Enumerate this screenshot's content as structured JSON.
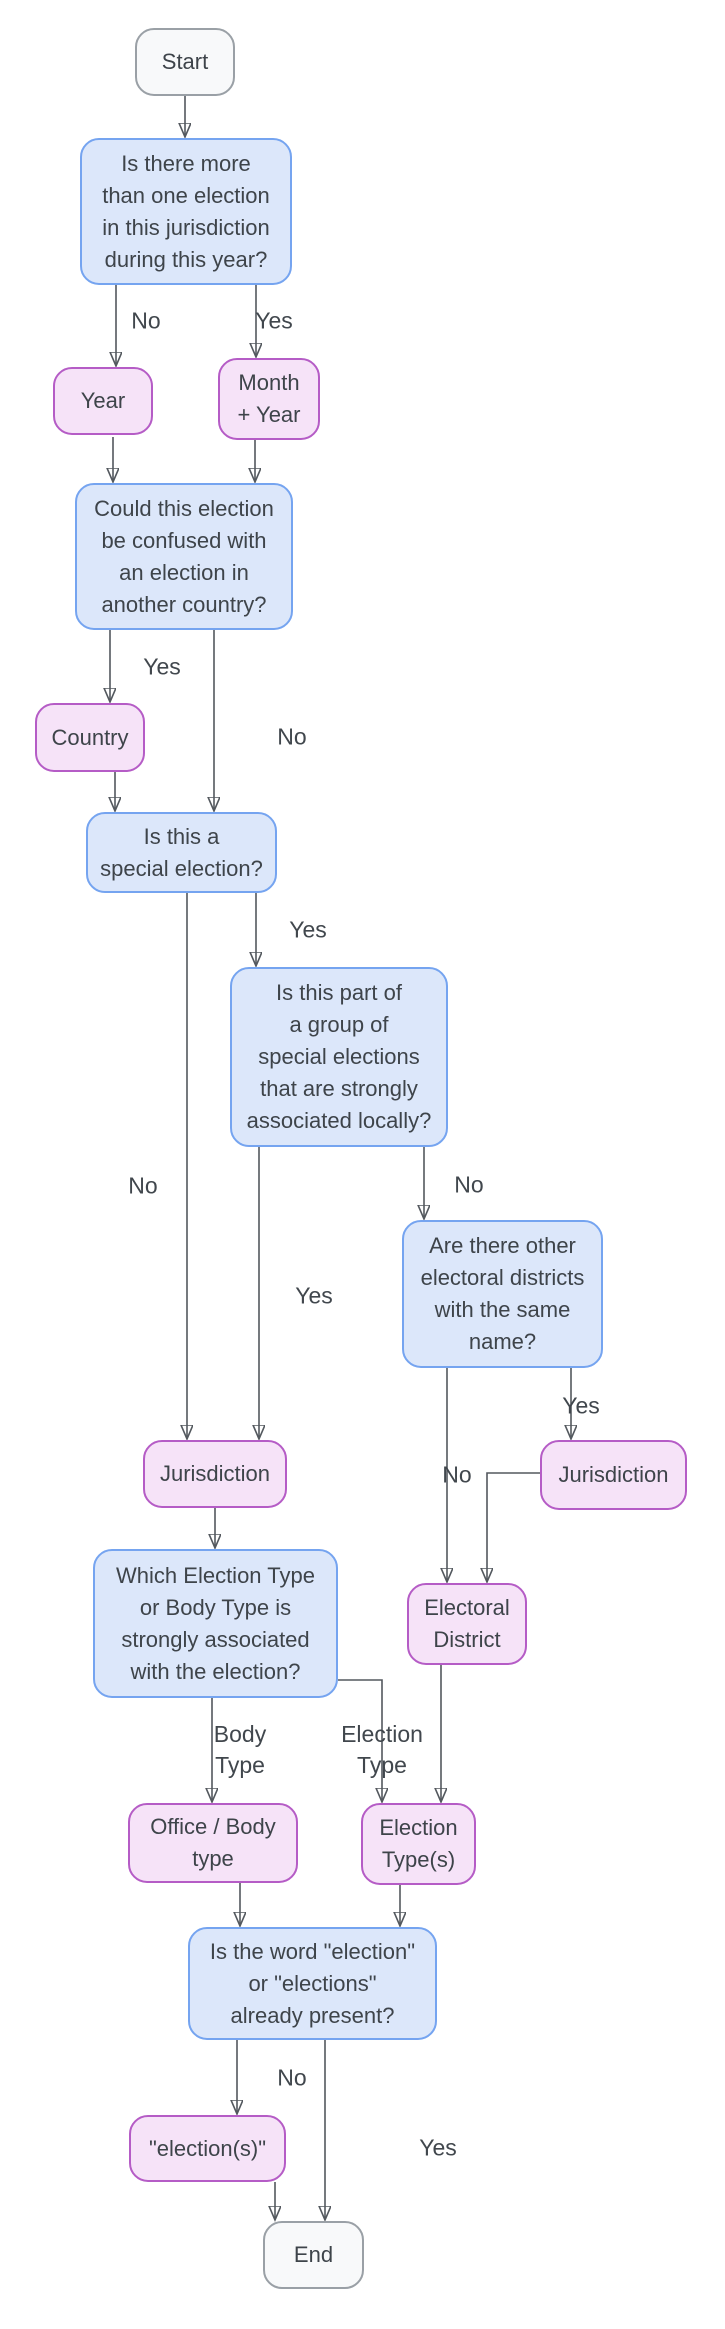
{
  "diagram": {
    "kind": "flowchart",
    "topic": "Election naming decision tree",
    "colors": {
      "question_fill": "#dce7fa",
      "question_border": "#75a4f0",
      "output_fill": "#f6e3f8",
      "output_border": "#b55cc6",
      "terminal_fill": "#f8f9fa",
      "terminal_border": "#9aa0a6",
      "connector": "#53585e",
      "text": "#3e444a"
    }
  },
  "nodes": {
    "start": {
      "label": "Start",
      "type": "terminal"
    },
    "q_multiple": {
      "type": "question",
      "lines": [
        "Is there more",
        "than one election",
        "in this jurisdiction",
        "during this year?"
      ]
    },
    "year": {
      "label": "Year",
      "type": "output"
    },
    "month_year": {
      "type": "output",
      "lines": [
        "Month",
        "+ Year"
      ]
    },
    "q_confused": {
      "type": "question",
      "lines": [
        "Could this election",
        "be confused with",
        "an election in",
        "another country?"
      ]
    },
    "country": {
      "label": "Country",
      "type": "output"
    },
    "q_special": {
      "type": "question",
      "lines": [
        "Is this a",
        "special election?"
      ]
    },
    "q_group": {
      "type": "question",
      "lines": [
        "Is this part of",
        "a group of",
        "special elections",
        "that are strongly",
        "associated locally?"
      ]
    },
    "q_districts": {
      "type": "question",
      "lines": [
        "Are there other",
        "electoral districts",
        "with the same",
        "name?"
      ]
    },
    "jurisdiction_right": {
      "label": "Jurisdiction",
      "type": "output"
    },
    "jurisdiction_left": {
      "label": "Jurisdiction",
      "type": "output"
    },
    "q_type": {
      "type": "question",
      "lines": [
        "Which Election Type",
        "or Body Type is",
        "strongly associated",
        "with the election?"
      ]
    },
    "electoral_district": {
      "type": "output",
      "lines": [
        "Electoral",
        "District"
      ]
    },
    "office_body": {
      "type": "output",
      "lines": [
        "Office / Body",
        "type"
      ]
    },
    "election_types": {
      "type": "output",
      "lines": [
        "Election",
        "Type(s)"
      ]
    },
    "q_word": {
      "type": "question",
      "lines": [
        "Is the word \"election\"",
        "or \"elections\"",
        "already present?"
      ]
    },
    "elections_word": {
      "label": "\"election(s)\"",
      "type": "output"
    },
    "end": {
      "label": "End",
      "type": "terminal"
    }
  },
  "edges": [
    {
      "from": "start",
      "to": "q_multiple",
      "label": ""
    },
    {
      "from": "q_multiple",
      "to": "year",
      "label": "No"
    },
    {
      "from": "q_multiple",
      "to": "month_year",
      "label": "Yes"
    },
    {
      "from": "year",
      "to": "q_confused",
      "label": ""
    },
    {
      "from": "month_year",
      "to": "q_confused",
      "label": ""
    },
    {
      "from": "q_confused",
      "to": "country",
      "label": "Yes"
    },
    {
      "from": "q_confused",
      "to": "q_special",
      "label": "No"
    },
    {
      "from": "country",
      "to": "q_special",
      "label": ""
    },
    {
      "from": "q_special",
      "to": "jurisdiction_left",
      "label": "No"
    },
    {
      "from": "q_special",
      "to": "q_group",
      "label": "Yes"
    },
    {
      "from": "q_group",
      "to": "jurisdiction_left",
      "label": "Yes"
    },
    {
      "from": "q_group",
      "to": "q_districts",
      "label": "No"
    },
    {
      "from": "q_districts",
      "to": "jurisdiction_right",
      "label": "Yes"
    },
    {
      "from": "q_districts",
      "to": "electoral_district",
      "label": "No"
    },
    {
      "from": "jurisdiction_right",
      "to": "electoral_district",
      "label": ""
    },
    {
      "from": "jurisdiction_left",
      "to": "q_type",
      "label": ""
    },
    {
      "from": "q_type",
      "to": "office_body",
      "label": "Body Type"
    },
    {
      "from": "q_type",
      "to": "election_types",
      "label": "Election Type"
    },
    {
      "from": "electoral_district",
      "to": "election_types",
      "label": ""
    },
    {
      "from": "office_body",
      "to": "q_word",
      "label": ""
    },
    {
      "from": "election_types",
      "to": "q_word",
      "label": ""
    },
    {
      "from": "q_word",
      "to": "elections_word",
      "label": "No"
    },
    {
      "from": "q_word",
      "to": "end",
      "label": "Yes"
    },
    {
      "from": "elections_word",
      "to": "end",
      "label": ""
    }
  ]
}
